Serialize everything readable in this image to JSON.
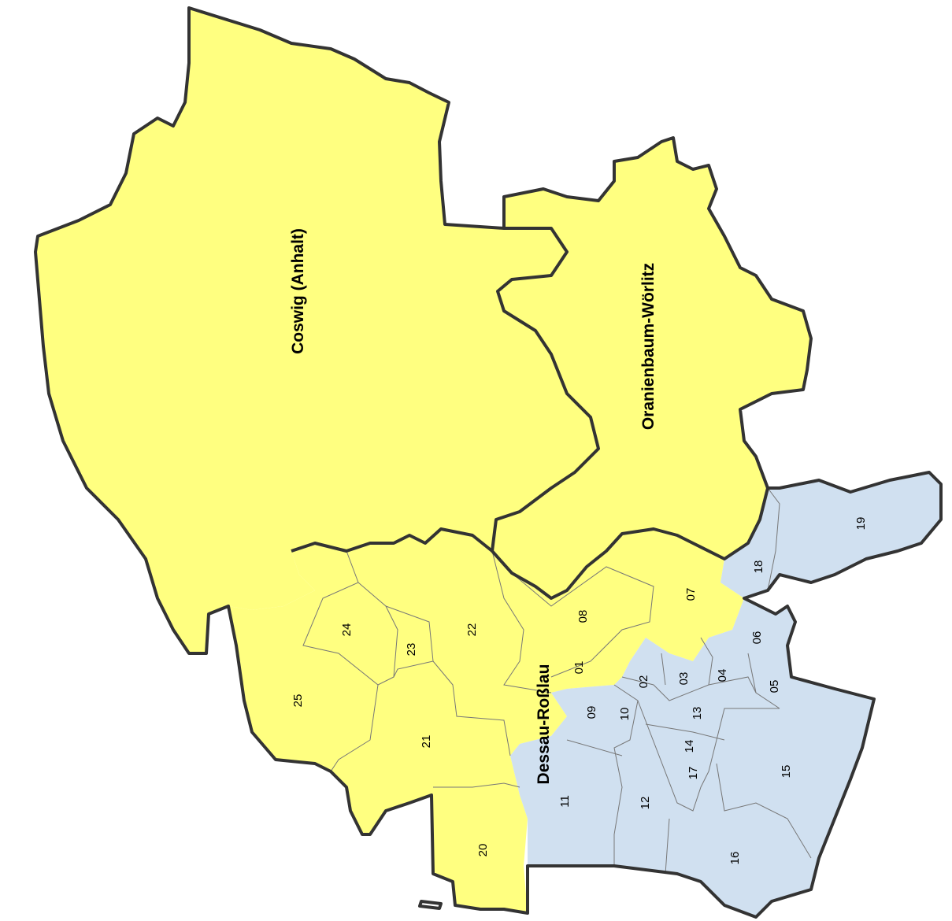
{
  "colors": {
    "yellow_region": "#ffff80",
    "blue_region": "#d0e0f0",
    "border": "#333333",
    "district_line": "#777777"
  },
  "labels": {
    "coswig": "Coswig (Anhalt)",
    "oranienbaum": "Oranienbaum-Wörlitz",
    "dessau": "Dessau-Roßlau"
  },
  "districts": [
    {
      "id": "01",
      "fill": "yellow"
    },
    {
      "id": "02",
      "fill": "blue"
    },
    {
      "id": "03",
      "fill": "blue"
    },
    {
      "id": "04",
      "fill": "blue"
    },
    {
      "id": "05",
      "fill": "blue"
    },
    {
      "id": "06",
      "fill": "blue"
    },
    {
      "id": "07",
      "fill": "yellow"
    },
    {
      "id": "08",
      "fill": "yellow"
    },
    {
      "id": "09",
      "fill": "blue"
    },
    {
      "id": "10",
      "fill": "blue"
    },
    {
      "id": "11",
      "fill": "blue"
    },
    {
      "id": "12",
      "fill": "blue"
    },
    {
      "id": "13",
      "fill": "blue"
    },
    {
      "id": "14",
      "fill": "blue"
    },
    {
      "id": "15",
      "fill": "blue"
    },
    {
      "id": "16",
      "fill": "blue"
    },
    {
      "id": "17",
      "fill": "blue"
    },
    {
      "id": "18",
      "fill": "blue"
    },
    {
      "id": "19",
      "fill": "blue"
    },
    {
      "id": "20",
      "fill": "yellow"
    },
    {
      "id": "21",
      "fill": "yellow"
    },
    {
      "id": "22",
      "fill": "yellow"
    },
    {
      "id": "23",
      "fill": "yellow"
    },
    {
      "id": "24",
      "fill": "yellow"
    },
    {
      "id": "25",
      "fill": "yellow"
    }
  ]
}
